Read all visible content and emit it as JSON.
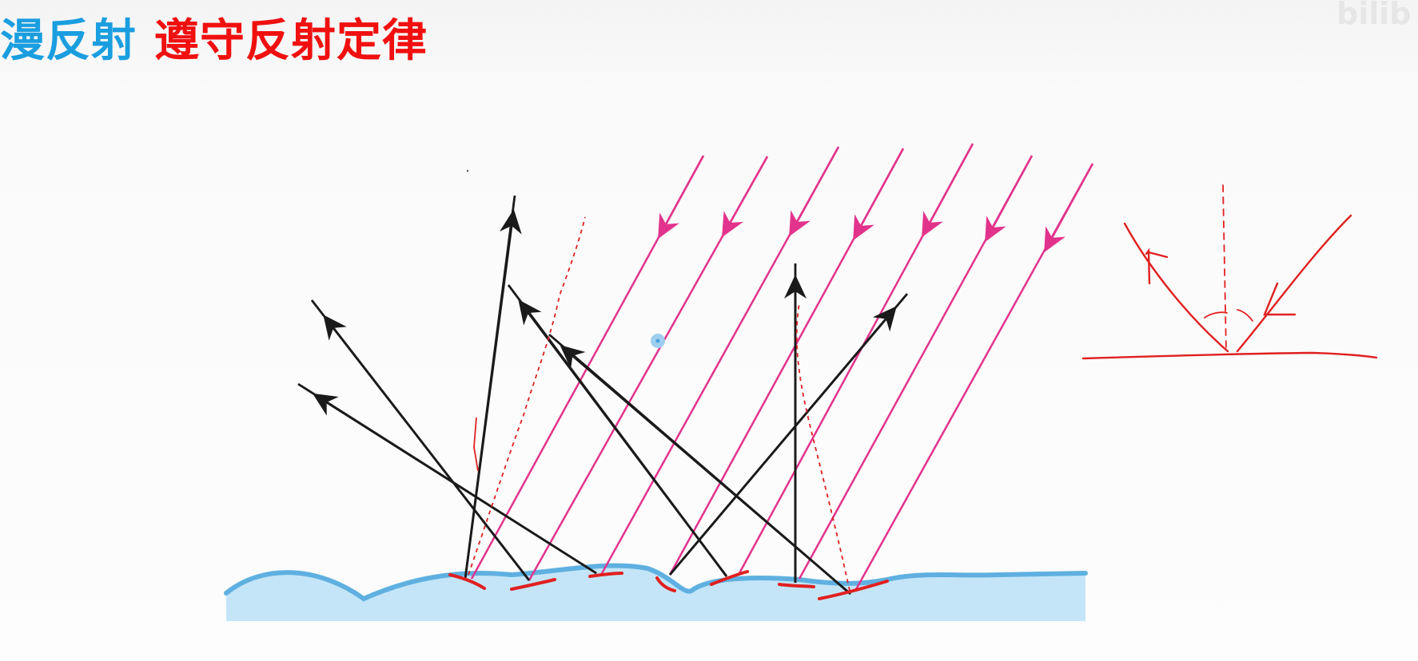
{
  "title": {
    "part1": "漫反射",
    "part2": "遵守反射定律",
    "part1_color": "#1a9ee0",
    "part2_color": "#f01010"
  },
  "colors": {
    "incident_ray": "#e2338c",
    "reflected_ray": "#1a1a1a",
    "surface_line": "#5fb0e0",
    "surface_fill": "#c4e5f8",
    "annotation": "#e02020",
    "watermark": "#e6e6e6"
  },
  "watermark_text": "bilib"
}
